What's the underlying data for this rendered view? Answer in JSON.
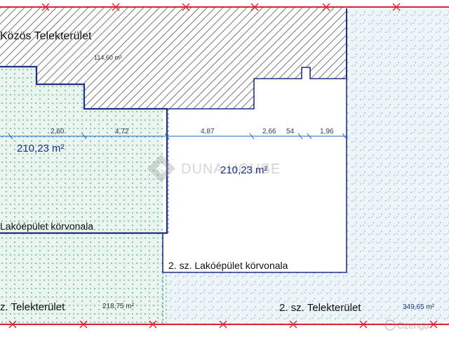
{
  "labels": {
    "common_area": "Közös Telekterület",
    "common_area_size": "114,60 m²",
    "floor_area_left": "210,23 m²",
    "floor_area_right": "210,23 m²",
    "building_1_outline": "Lakóépület körvonala",
    "building_2_outline": "2. sz. Lakóépület körvonala",
    "plot_1": "z. Telekterület",
    "plot_1_size": "218,75 m²",
    "plot_2": "2. sz. Telekterület",
    "plot_2_size": "349,65 m²"
  },
  "dimensions": [
    "2,60",
    "4,72",
    "4,87",
    "2,66",
    "54",
    "1,96"
  ],
  "watermarks": {
    "center": "DUNA HOUSE",
    "corner": "Ozengo"
  },
  "colors": {
    "boundary_red": "#e0202c",
    "outline_blue": "#1f2f8c",
    "plot_left_fill": "#e9f5ee",
    "plot_right_fill": "#eef5f8",
    "hatch": "#555555",
    "dimension_blue": "#1f63c4"
  }
}
